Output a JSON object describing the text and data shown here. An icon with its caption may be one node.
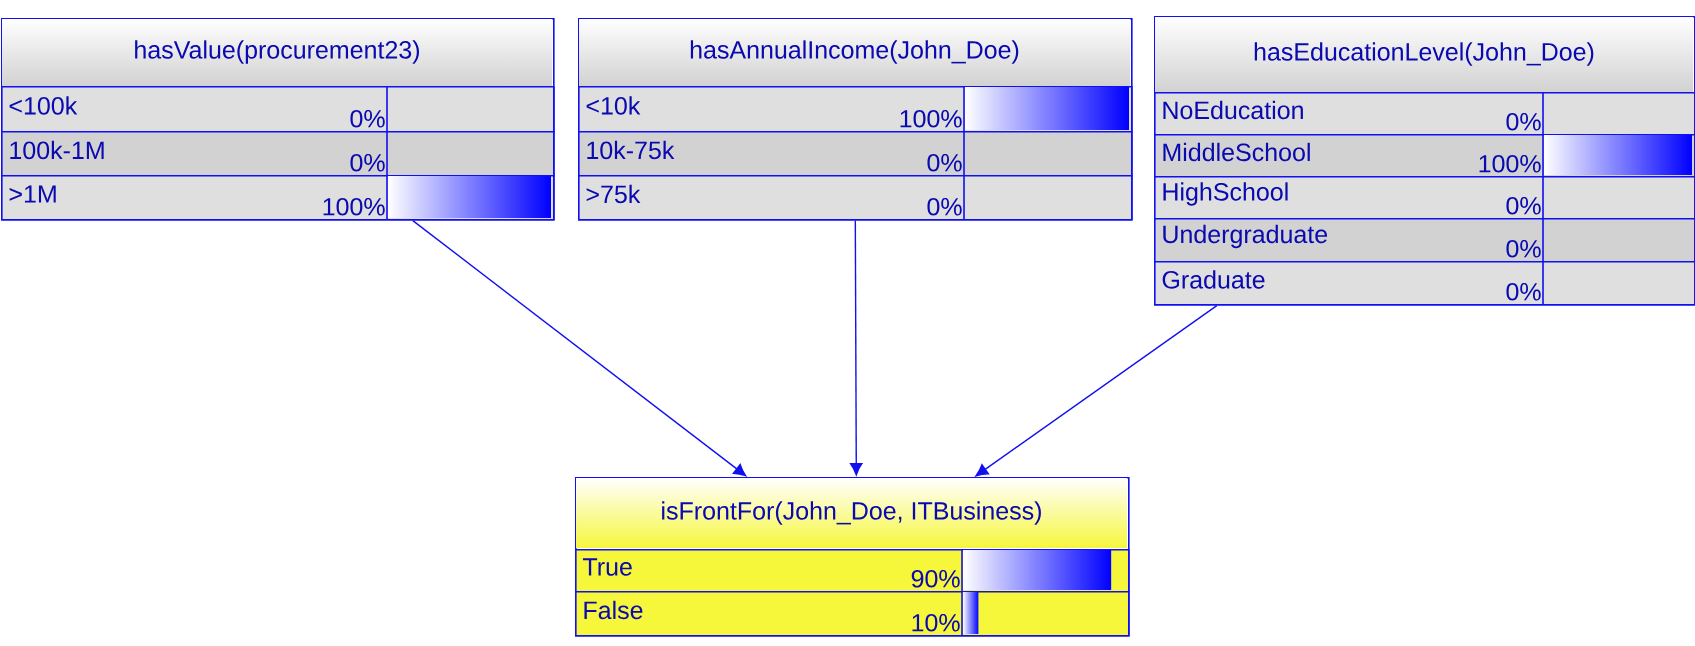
{
  "diagram": {
    "nodes": [
      {
        "text": [
          "hasValue(procurement23)"
        ]
      },
      {
        "text": [
          "<100k",
          "0%"
        ],
        "in": 0
      },
      {
        "text": [
          "100k-1M",
          "0%"
        ],
        "in": 0
      },
      {
        "text": [
          ">1M",
          "100%"
        ],
        "in": 0
      },
      {
        "text": [
          "hasAnnualIncome(John_Doe)"
        ]
      },
      {
        "text": [
          "<10k",
          "100%"
        ],
        "in": 4
      },
      {
        "text": [
          "10k-75k",
          "0%"
        ],
        "in": 4
      },
      {
        "text": [
          ">75k",
          "0%"
        ],
        "in": 4
      },
      {
        "text": [
          "hasEducationLevel(John_Doe)"
        ]
      },
      {
        "text": [
          "NoEducation",
          "0%"
        ],
        "in": 8
      },
      {
        "text": [
          "MiddleSchool",
          "100%"
        ],
        "in": 8
      },
      {
        "text": [
          "HighSchool",
          "0%"
        ],
        "in": 8
      },
      {
        "text": [
          "Undergraduate",
          "0%"
        ],
        "in": 8
      },
      {
        "text": [
          "Graduate",
          "0%"
        ],
        "in": 8
      },
      {
        "text": [
          "isFrontFor(John_Doe, ITBusiness)"
        ]
      },
      {
        "text": [
          "True",
          "90%"
        ],
        "in": 14
      },
      {
        "text": [
          "False",
          "10%"
        ],
        "in": 14
      }
    ],
    "edges": [
      {
        "from": 0,
        "to": 14,
        "arrow": "to"
      },
      {
        "from": 4,
        "to": 14,
        "arrow": "to"
      },
      {
        "from": 8,
        "to": 14,
        "arrow": "to"
      }
    ]
  }
}
